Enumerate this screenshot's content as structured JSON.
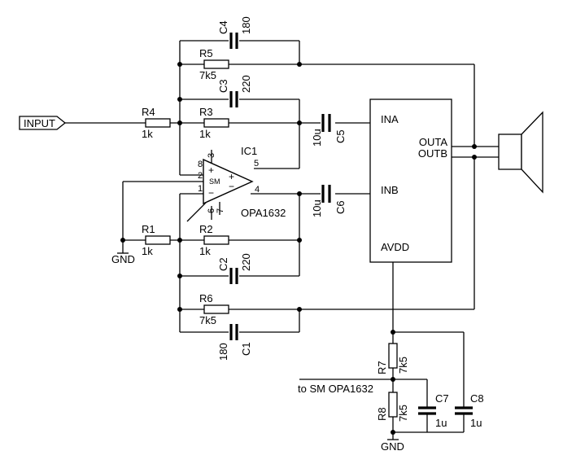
{
  "components": {
    "R1": {
      "ref": "R1",
      "value": "1k"
    },
    "R2": {
      "ref": "R2",
      "value": "1k"
    },
    "R3": {
      "ref": "R3",
      "value": "1k"
    },
    "R4": {
      "ref": "R4",
      "value": "1k"
    },
    "R5": {
      "ref": "R5",
      "value": "7k5"
    },
    "R6": {
      "ref": "R6",
      "value": "7k5"
    },
    "R7": {
      "ref": "R7",
      "value": "7k5"
    },
    "R8": {
      "ref": "R8",
      "value": "7k5"
    },
    "C1": {
      "ref": "C1",
      "value": "180"
    },
    "C2": {
      "ref": "C2",
      "value": "220"
    },
    "C3": {
      "ref": "C3",
      "value": "220"
    },
    "C4": {
      "ref": "C4",
      "value": "180"
    },
    "C5": {
      "ref": "C5",
      "value": "10u"
    },
    "C6": {
      "ref": "C6",
      "value": "10u"
    },
    "C7": {
      "ref": "C7",
      "value": "1u"
    },
    "C8": {
      "ref": "C8",
      "value": "1u"
    }
  },
  "ic1": {
    "ref": "IC1",
    "part": "OPA1632",
    "sm_label": "SM",
    "plus": "+",
    "minus": "−",
    "pins": {
      "p1": "1",
      "p2": "2",
      "p3": "3",
      "p4": "4",
      "p5": "5",
      "p6": "6",
      "p7": "7",
      "p8": "8"
    }
  },
  "amp": {
    "ina": "INA",
    "inb": "INB",
    "avdd": "AVDD",
    "outa": "OUTA",
    "outb": "OUTB"
  },
  "labels": {
    "input": "INPUT",
    "gnd_left": "GND",
    "gnd_bottom": "GND",
    "to_sm": "to SM OPA1632"
  }
}
